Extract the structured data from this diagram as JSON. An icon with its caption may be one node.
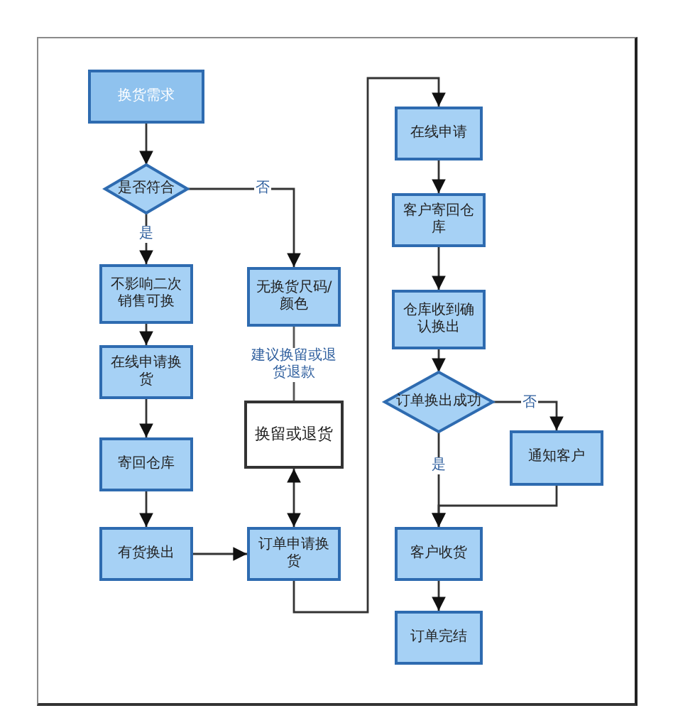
{
  "diagram": {
    "nodes": [
      {
        "text": [
          "换货需求"
        ]
      },
      {
        "text": [
          "是否符合"
        ]
      },
      {
        "text": [
          "不影响二次销售可换"
        ]
      },
      {
        "text": [
          "在线申请换货"
        ]
      },
      {
        "text": [
          "寄回仓库"
        ]
      },
      {
        "text": [
          "有货换出"
        ]
      },
      {
        "text": [
          "无换货尺码/颜色"
        ]
      },
      {
        "text": [
          "换留或退货"
        ]
      },
      {
        "text": [
          "订单申请换货"
        ]
      },
      {
        "text": [
          "在线申请"
        ]
      },
      {
        "text": [
          "客户寄回仓库"
        ]
      },
      {
        "text": [
          "仓库收到确认换出"
        ]
      },
      {
        "text": [
          "订单换出成功"
        ]
      },
      {
        "text": [
          "通知客户"
        ]
      },
      {
        "text": [
          "客户收货"
        ]
      },
      {
        "text": [
          "订单完结"
        ]
      }
    ],
    "edges": [
      {
        "from": 0,
        "to": 1,
        "arrow": "to"
      },
      {
        "from": 1,
        "to": 2,
        "arrow": "to",
        "label": "是"
      },
      {
        "from": 1,
        "to": 6,
        "arrow": "to",
        "label": "否"
      },
      {
        "from": 2,
        "to": 3,
        "arrow": "to"
      },
      {
        "from": 3,
        "to": 4,
        "arrow": "to"
      },
      {
        "from": 4,
        "to": 5,
        "arrow": "to"
      },
      {
        "from": 5,
        "to": 8,
        "arrow": "to"
      },
      {
        "from": 6,
        "to": 7,
        "arrow": "none",
        "label": "建议换留或退货退款"
      },
      {
        "from": 7,
        "to": 8,
        "arrow": "both"
      },
      {
        "from": 8,
        "to": 9,
        "arrow": "to"
      },
      {
        "from": 9,
        "to": 10,
        "arrow": "to"
      },
      {
        "from": 10,
        "to": 11,
        "arrow": "to"
      },
      {
        "from": 11,
        "to": 12,
        "arrow": "to"
      },
      {
        "from": 12,
        "to": 13,
        "arrow": "to",
        "label": "否"
      },
      {
        "from": 12,
        "to": 14,
        "arrow": "to",
        "label": "是"
      },
      {
        "from": 13,
        "to": 14,
        "arrow": "to"
      },
      {
        "from": 14,
        "to": 15,
        "arrow": "to"
      }
    ]
  }
}
